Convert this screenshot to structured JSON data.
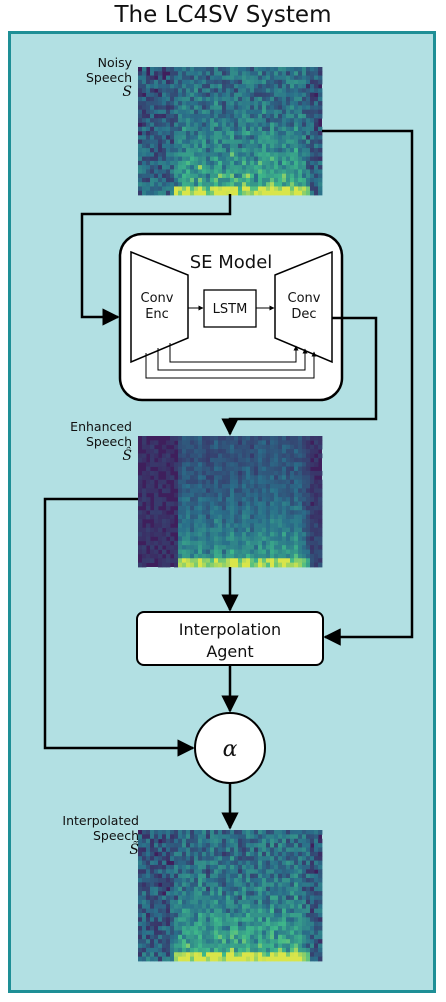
{
  "title": "The LC4SV System",
  "labels": {
    "noisy": {
      "line1": "Noisy",
      "line2": "Speech",
      "symbol": "S"
    },
    "enhanced": {
      "line1": "Enhanced",
      "line2": "Speech",
      "symbol": "Ŝ"
    },
    "interpolated": {
      "line1": "Interpolated",
      "line2": "Speech",
      "symbol": "S̃"
    }
  },
  "se_model": {
    "title": "SE Model",
    "encoder": [
      "Conv",
      "Enc"
    ],
    "lstm": "LSTM",
    "decoder": [
      "Conv",
      "Dec"
    ]
  },
  "agent": [
    "Interpolation",
    "Agent"
  ],
  "mixer": "α",
  "colors": {
    "panel_bg": "#b2e0e3",
    "panel_border": "#1e8f96",
    "spec_bg": "#3f1f5c",
    "spec_mid": "#2a6f8a",
    "spec_hi": "#3fb98a",
    "spec_peak": "#d9e54a"
  }
}
